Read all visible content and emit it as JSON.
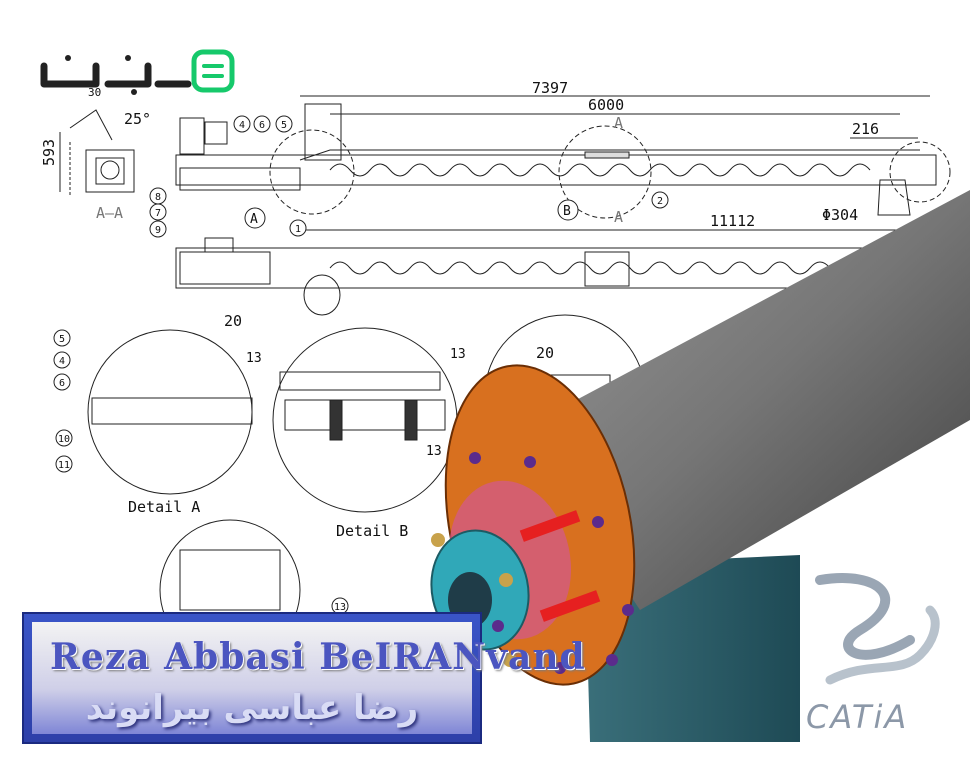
{
  "logo": {
    "text": "پونیشا",
    "icon": "brand-square-icon",
    "color": "#16c96b"
  },
  "drawing": {
    "dims": {
      "overall_length": "7397",
      "screw_length": "6000",
      "total_length": "11112",
      "end_offset": "216",
      "diameter": "Φ304",
      "height": "593",
      "angle": "25°",
      "small_angle": "30",
      "detail_gap_a": "20",
      "detail_gap_b": "13",
      "detail_gap_c": "13",
      "detail_gap_d": "20",
      "detail_gap_e": "13"
    },
    "section_label": "A–A",
    "section_mark": "A",
    "circle_labels": {
      "a": "A",
      "b": "B"
    },
    "balloons": [
      "1",
      "2",
      "4",
      "5",
      "6",
      "7",
      "8",
      "9",
      "10",
      "11",
      "13"
    ],
    "detail_labels": {
      "a": "Detail A",
      "b": "Detail B"
    }
  },
  "banner": {
    "name_en": "Reza Abbasi BeIRANvand",
    "name_fa": "رضا عباسی بیرانوند"
  },
  "brand": {
    "name": "CATiA",
    "icon": "ds-logo-icon"
  },
  "render": {
    "roller_color": "#7b7b7b",
    "flange_color": "#d8701f",
    "housing_color": "#30a8b8"
  }
}
